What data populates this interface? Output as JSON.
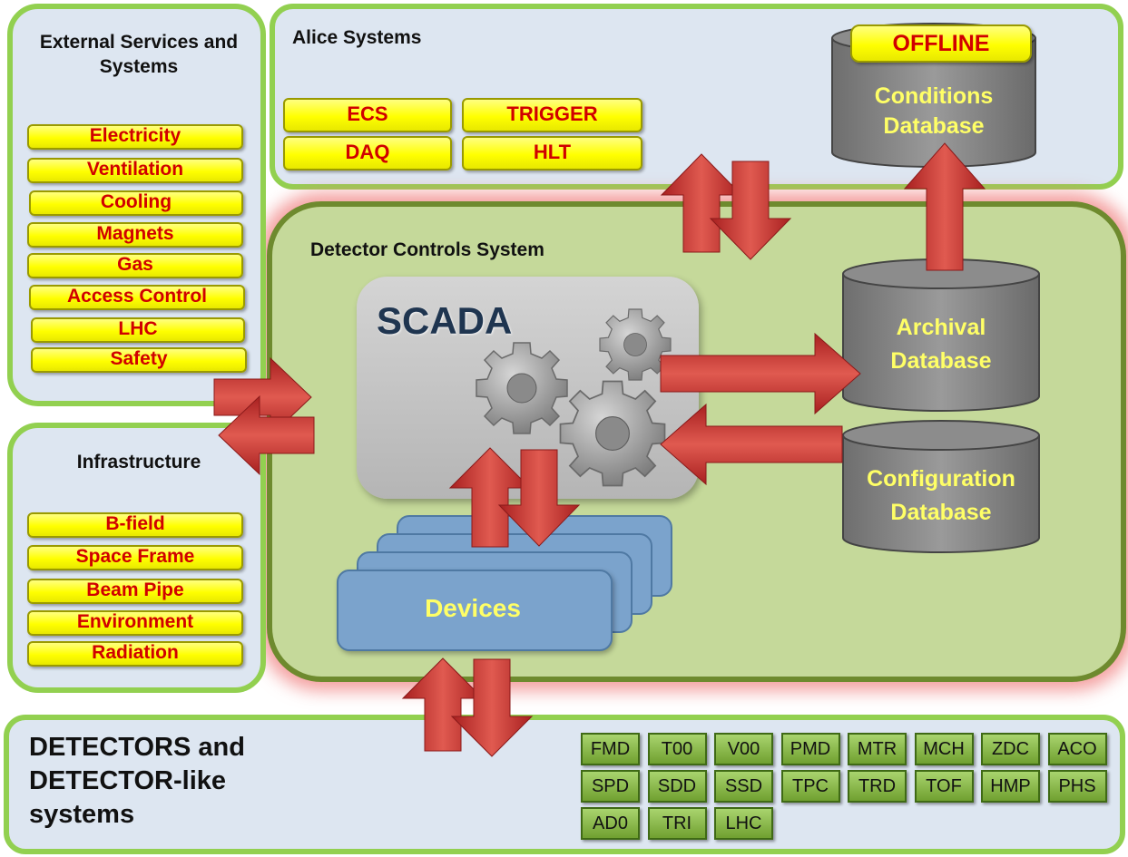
{
  "external": {
    "title": "External Services and Systems",
    "items": [
      "Electricity",
      "Ventilation",
      "Cooling",
      "Magnets",
      "Gas",
      "Access Control",
      "LHC",
      "Safety"
    ]
  },
  "alice": {
    "title": "Alice Systems",
    "items": [
      "ECS",
      "TRIGGER",
      "DAQ",
      "HLT"
    ]
  },
  "offline": {
    "label": "OFFLINE",
    "db_line1": "Conditions",
    "db_line2": "Database"
  },
  "dcs": {
    "title": "Detector Controls System",
    "scada": "SCADA",
    "devices": "Devices",
    "archival_line1": "Archival",
    "archival_line2": "Database",
    "config_line1": "Configuration",
    "config_line2": "Database"
  },
  "infrastructure": {
    "title": "Infrastructure",
    "items": [
      "B-field",
      "Space Frame",
      "Beam Pipe",
      "Environment",
      "Radiation"
    ]
  },
  "detectors": {
    "title_line1": "DETECTORS and",
    "title_line2": "DETECTOR-like",
    "title_line3": "systems",
    "chips": [
      "FMD",
      "T00",
      "V00",
      "PMD",
      "MTR",
      "MCH",
      "ZDC",
      "ACO",
      "SPD",
      "SDD",
      "SSD",
      "TPC",
      "TRD",
      "TOF",
      "HMP",
      "PHS",
      "AD0",
      "TRI",
      "LHC"
    ]
  },
  "colors": {
    "panel_border": "#92d050",
    "panel_fill": "#dde6f1",
    "dcs_fill": "#c5d99a",
    "arrow": "#c0302e",
    "button_fill": "#ffff00",
    "button_text": "#d00000"
  }
}
